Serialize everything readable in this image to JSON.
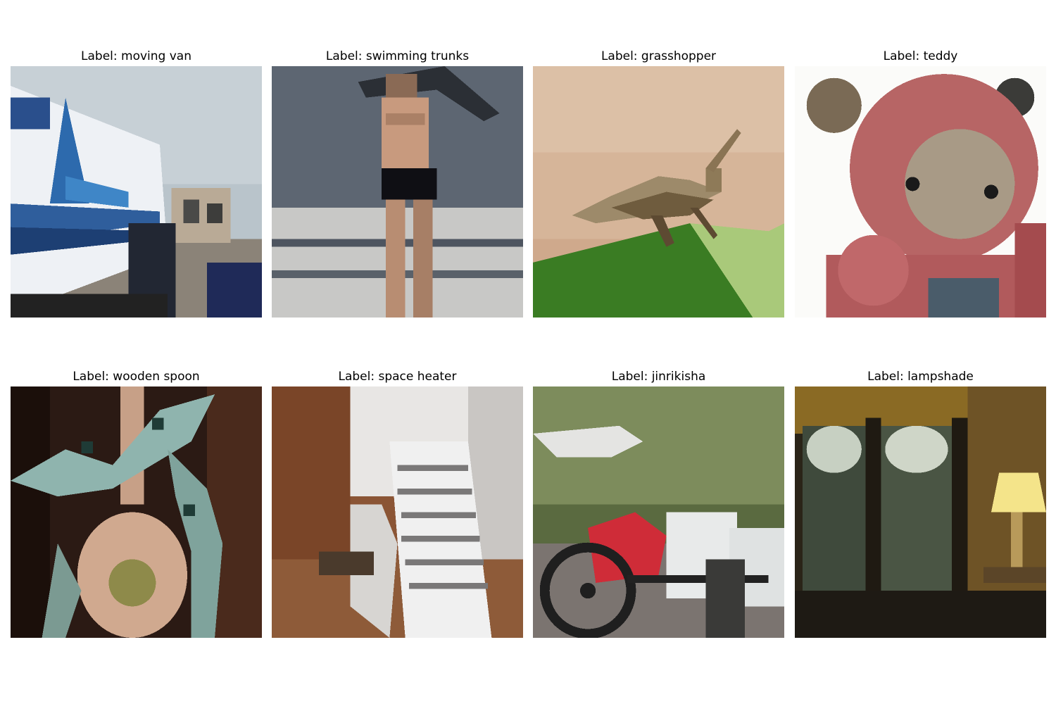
{
  "figure": {
    "panels": [
      {
        "label": "Label: moving van",
        "depicts": "moving truck"
      },
      {
        "label": "Label: swimming trunks",
        "depicts": "person in swim trunks"
      },
      {
        "label": "Label: grasshopper",
        "depicts": "grasshopper on leaf"
      },
      {
        "label": "Label: teddy",
        "depicts": "teddy bear"
      },
      {
        "label": "Label: wooden spoon",
        "depicts": "wooden spoon with ribbon"
      },
      {
        "label": "Label: space heater",
        "depicts": "space heater"
      },
      {
        "label": "Label: jinrikisha",
        "depicts": "rickshaw"
      },
      {
        "label": "Label: lampshade",
        "depicts": "lampshade by window"
      }
    ]
  }
}
